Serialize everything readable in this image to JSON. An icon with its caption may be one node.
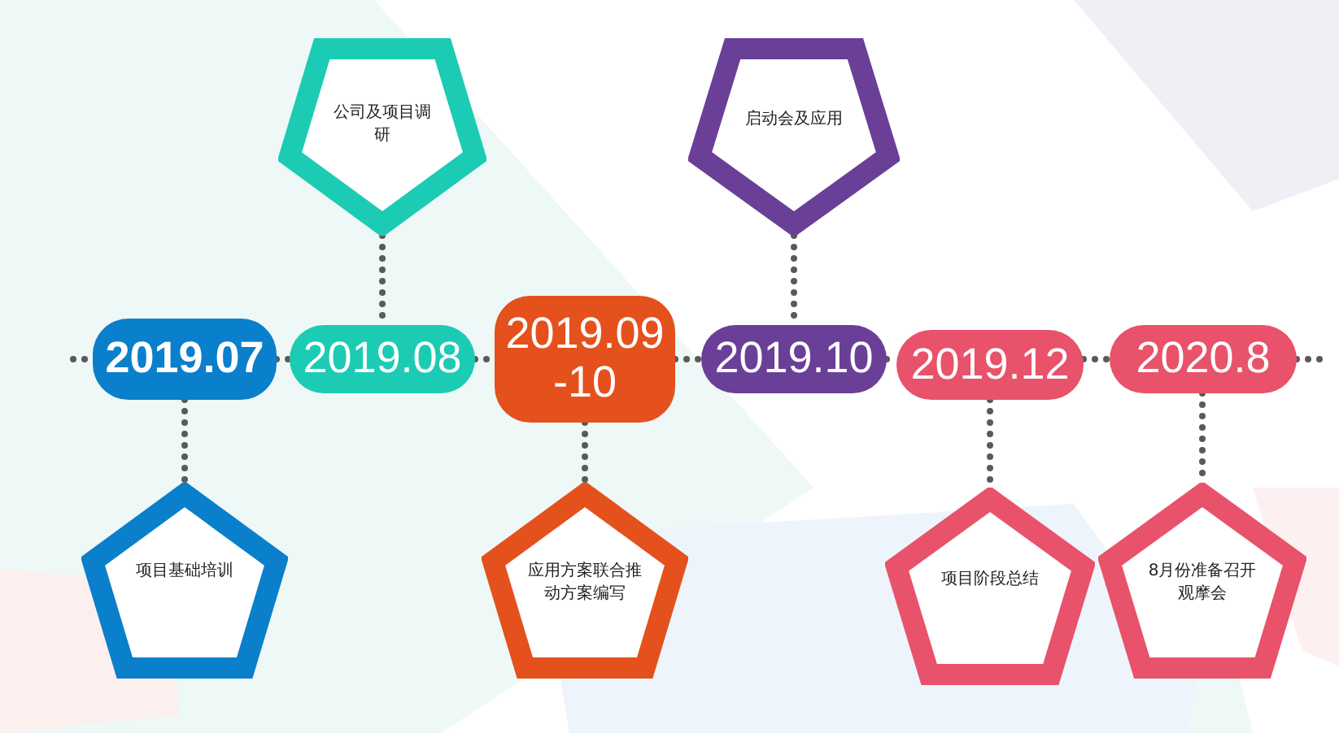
{
  "diagram": {
    "nodes": [
      {
        "text": [
          "2019.07"
        ]
      },
      {
        "text": [
          "2019.08"
        ]
      },
      {
        "text": [
          "2019.09 -10"
        ]
      },
      {
        "text": [
          "2019.10"
        ]
      },
      {
        "text": [
          "2019.12"
        ]
      },
      {
        "text": [
          "2020.8"
        ]
      },
      {
        "text": [
          "公司及项目调研"
        ]
      },
      {
        "text": [
          "启动会及应用"
        ]
      },
      {
        "text": [
          "项目基础培训"
        ]
      },
      {
        "text": [
          "应用方案联合推动方案编写"
        ]
      },
      {
        "text": [
          "项目阶段总结"
        ]
      },
      {
        "text": [
          "8月份准备召开观摩会"
        ]
      }
    ],
    "edges": [
      {
        "from": null,
        "to": 0,
        "arrow": "none"
      },
      {
        "from": 0,
        "to": 1,
        "arrow": "none"
      },
      {
        "from": 1,
        "to": 2,
        "arrow": "none"
      },
      {
        "from": 2,
        "to": 3,
        "arrow": "none"
      },
      {
        "from": 3,
        "to": 4,
        "arrow": "none"
      },
      {
        "from": 4,
        "to": 5,
        "arrow": "none"
      },
      {
        "from": 5,
        "to": null,
        "arrow": "none"
      },
      {
        "from": 6,
        "to": 1,
        "arrow": "none"
      },
      {
        "from": 7,
        "to": 3,
        "arrow": "none"
      },
      {
        "from": 0,
        "to": 8,
        "arrow": "none"
      },
      {
        "from": 2,
        "to": 9,
        "arrow": "none"
      },
      {
        "from": 4,
        "to": 10,
        "arrow": "none"
      },
      {
        "from": 5,
        "to": 11,
        "arrow": "none"
      }
    ]
  }
}
